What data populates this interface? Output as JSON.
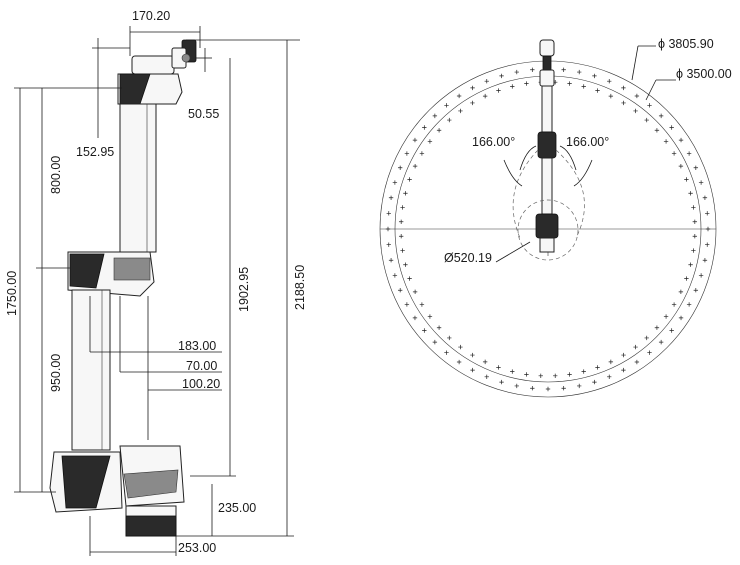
{
  "side_view": {
    "dimensions": {
      "top_width": "170.20",
      "flange_offset": "152.95",
      "flange_height": "50.55",
      "upper_arm": "800.00",
      "total_reach": "1750.00",
      "lower_arm": "950.00",
      "shoulder_to_tip": "1902.95",
      "overall_height": "2188.50",
      "offset_183": "183.00",
      "offset_70": "70.00",
      "offset_100": "100.20",
      "base_height": "235.00",
      "base_width": "253.00"
    }
  },
  "top_view": {
    "dimensions": {
      "outer_diameter": "ϕ 3805.90",
      "inner_diameter": "ϕ 3500.00",
      "rotation_left": "166.00°",
      "rotation_right": "166.00°",
      "base_diameter": "Ø520.19"
    }
  },
  "colors": {
    "line": "#1a1a1a",
    "joint_dark": "#2a2a2a",
    "link_fill": "#f7f7f7"
  }
}
